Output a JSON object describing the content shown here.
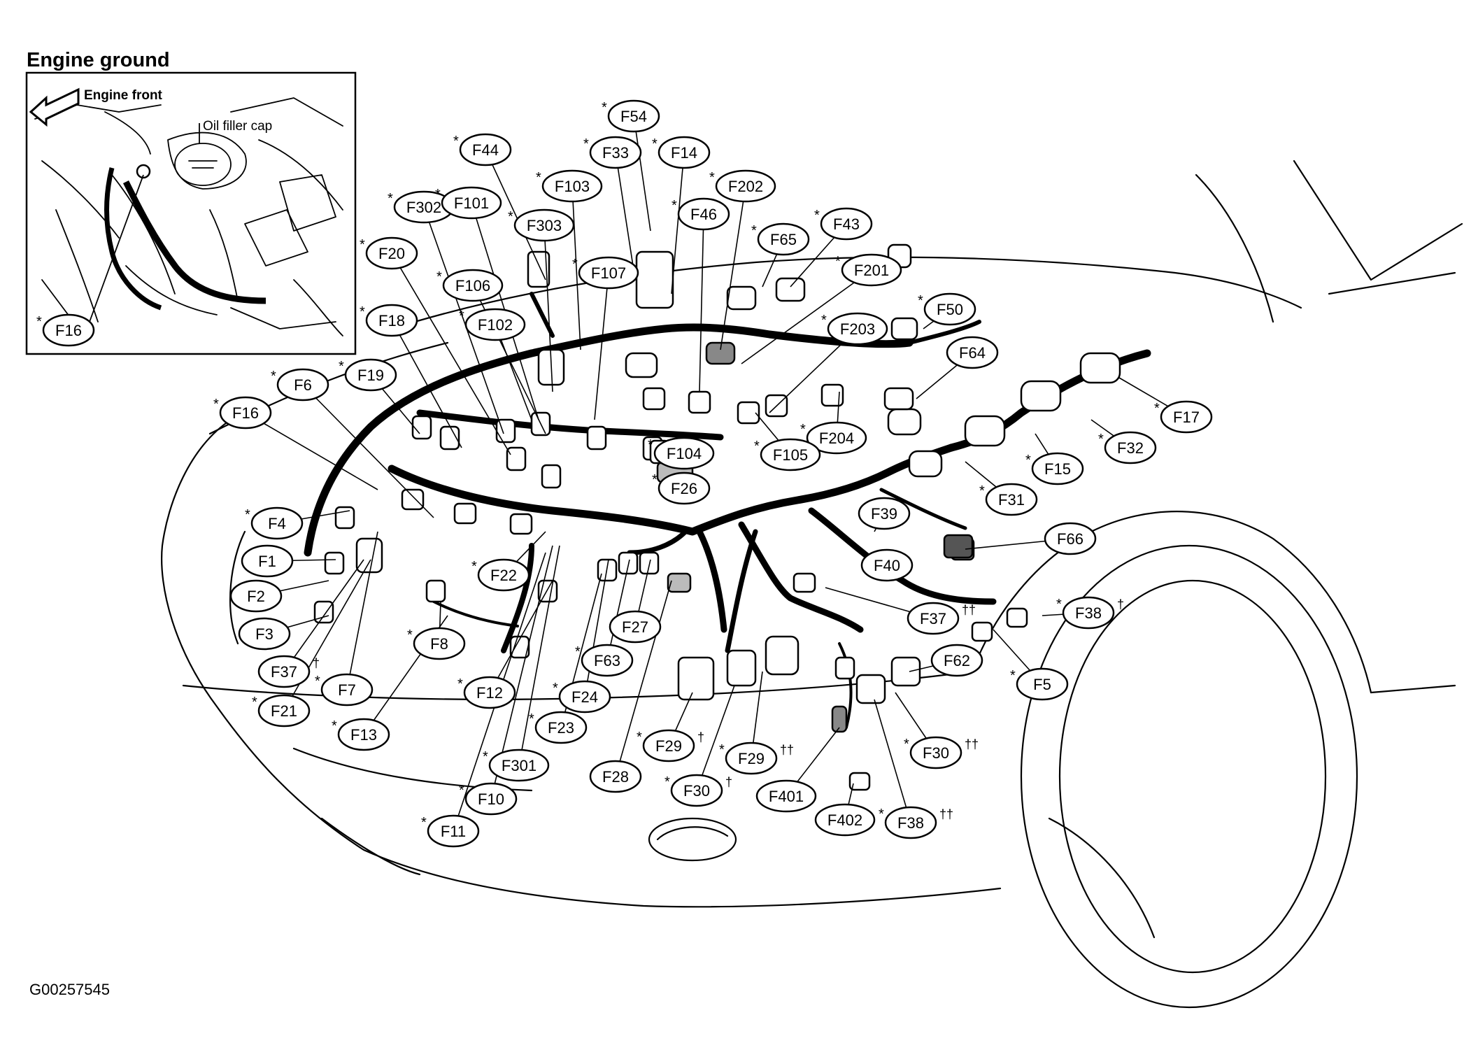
{
  "title": "Engine ground",
  "figure_id": "G00257545",
  "inset": {
    "engine_front": "Engine front",
    "oil_filler_cap": "Oil filler cap",
    "callout": {
      "label": "F16",
      "star": true,
      "sup": ""
    }
  },
  "callouts": [
    {
      "label": "F54",
      "star": true,
      "sup": ""
    },
    {
      "label": "F44",
      "star": true,
      "sup": ""
    },
    {
      "label": "F33",
      "star": true,
      "sup": ""
    },
    {
      "label": "F14",
      "star": true,
      "sup": ""
    },
    {
      "label": "F103",
      "star": true,
      "sup": ""
    },
    {
      "label": "F202",
      "star": true,
      "sup": ""
    },
    {
      "label": "F302",
      "star": true,
      "sup": ""
    },
    {
      "label": "F101",
      "star": true,
      "sup": ""
    },
    {
      "label": "F303",
      "star": true,
      "sup": ""
    },
    {
      "label": "F46",
      "star": true,
      "sup": ""
    },
    {
      "label": "F65",
      "star": true,
      "sup": ""
    },
    {
      "label": "F43",
      "star": true,
      "sup": ""
    },
    {
      "label": "F20",
      "star": true,
      "sup": ""
    },
    {
      "label": "F107",
      "star": true,
      "sup": ""
    },
    {
      "label": "F201",
      "star": true,
      "sup": ""
    },
    {
      "label": "F106",
      "star": true,
      "sup": ""
    },
    {
      "label": "F50",
      "star": true,
      "sup": ""
    },
    {
      "label": "F18",
      "star": true,
      "sup": ""
    },
    {
      "label": "F102",
      "star": true,
      "sup": ""
    },
    {
      "label": "F203",
      "star": true,
      "sup": ""
    },
    {
      "label": "F64",
      "star": false,
      "sup": ""
    },
    {
      "label": "F19",
      "star": true,
      "sup": ""
    },
    {
      "label": "F6",
      "star": true,
      "sup": ""
    },
    {
      "label": "F16",
      "star": true,
      "sup": ""
    },
    {
      "label": "F17",
      "star": true,
      "sup": ""
    },
    {
      "label": "F204",
      "star": true,
      "sup": ""
    },
    {
      "label": "F104",
      "star": true,
      "sup": ""
    },
    {
      "label": "F105",
      "star": true,
      "sup": ""
    },
    {
      "label": "F32",
      "star": true,
      "sup": ""
    },
    {
      "label": "F15",
      "star": true,
      "sup": ""
    },
    {
      "label": "F26",
      "star": true,
      "sup": ""
    },
    {
      "label": "F31",
      "star": true,
      "sup": ""
    },
    {
      "label": "F4",
      "star": true,
      "sup": ""
    },
    {
      "label": "F39",
      "star": false,
      "sup": ""
    },
    {
      "label": "F66",
      "star": false,
      "sup": ""
    },
    {
      "label": "F1",
      "star": false,
      "sup": ""
    },
    {
      "label": "F22",
      "star": true,
      "sup": ""
    },
    {
      "label": "F40",
      "star": false,
      "sup": ""
    },
    {
      "label": "F2",
      "star": false,
      "sup": ""
    },
    {
      "label": "F38",
      "star": true,
      "sup": "†"
    },
    {
      "label": "F37",
      "star": false,
      "sup": "††"
    },
    {
      "label": "F27",
      "star": false,
      "sup": ""
    },
    {
      "label": "F3",
      "star": false,
      "sup": ""
    },
    {
      "label": "F8",
      "star": true,
      "sup": ""
    },
    {
      "label": "F62",
      "star": false,
      "sup": ""
    },
    {
      "label": "F63",
      "star": true,
      "sup": ""
    },
    {
      "label": "F5",
      "star": true,
      "sup": ""
    },
    {
      "label": "F37",
      "star": false,
      "sup": "†"
    },
    {
      "label": "F7",
      "star": true,
      "sup": ""
    },
    {
      "label": "F12",
      "star": true,
      "sup": ""
    },
    {
      "label": "F24",
      "star": true,
      "sup": ""
    },
    {
      "label": "F21",
      "star": true,
      "sup": ""
    },
    {
      "label": "F13",
      "star": true,
      "sup": ""
    },
    {
      "label": "F23",
      "star": true,
      "sup": ""
    },
    {
      "label": "F29",
      "star": true,
      "sup": "†"
    },
    {
      "label": "F29",
      "star": true,
      "sup": "††"
    },
    {
      "label": "F30",
      "star": true,
      "sup": "††"
    },
    {
      "label": "F301",
      "star": true,
      "sup": ""
    },
    {
      "label": "F28",
      "star": false,
      "sup": ""
    },
    {
      "label": "F30",
      "star": true,
      "sup": "†"
    },
    {
      "label": "F401",
      "star": false,
      "sup": ""
    },
    {
      "label": "F10",
      "star": true,
      "sup": ""
    },
    {
      "label": "F402",
      "star": false,
      "sup": ""
    },
    {
      "label": "F38",
      "star": true,
      "sup": "††"
    },
    {
      "label": "F11",
      "star": true,
      "sup": ""
    }
  ]
}
